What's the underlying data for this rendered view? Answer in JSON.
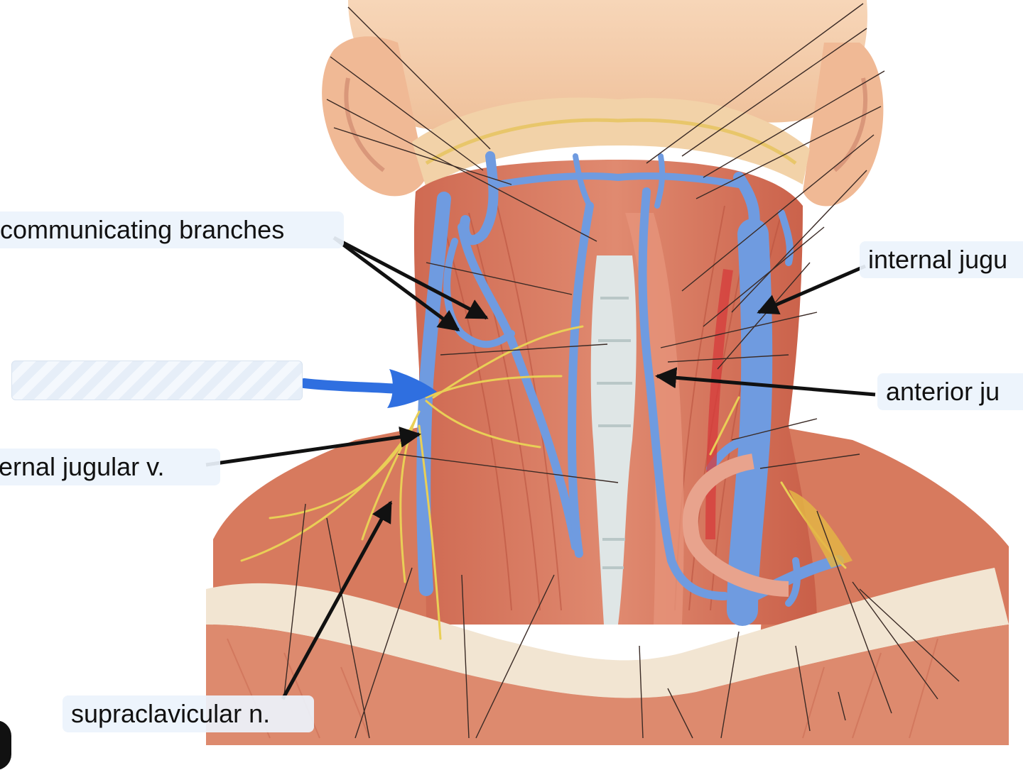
{
  "diagram": {
    "labels": {
      "communicating_branches": "communicating branches",
      "internal_jugular": "internal jugu",
      "anterior_jugular": "anterior ju",
      "external_jugular": "ernal jugular v.",
      "supraclavicular": "supraclavicular n."
    },
    "hidden_label": "",
    "colors": {
      "skin": "#f4c9a6",
      "muscle": "#d46b52",
      "vein": "#6f9be0",
      "nerve": "#e9cf56",
      "leader_arrow": "#111111",
      "highlight_arrow": "#2f6fe0",
      "label_bg": "#ecf3fc"
    }
  }
}
